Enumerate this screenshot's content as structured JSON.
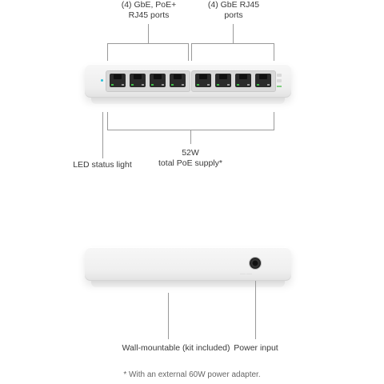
{
  "labels": {
    "poe_ports": [
      "(4) GbE, PoE+",
      "RJ45 ports"
    ],
    "gbe_ports": [
      "(4) GbE RJ45",
      "ports"
    ],
    "led_status": "LED status light",
    "poe_supply": [
      "52W",
      "total PoE supply*"
    ],
    "wall_mount": "Wall-mountable (kit included)",
    "power_input": "Power input",
    "footnote": "* With an external 60W power adapter."
  },
  "device": {
    "front_port_groups": [
      4,
      4
    ],
    "status_led_color": "#27c0d8",
    "port_led_color": "#3fbf48"
  },
  "colors": {
    "callout_line": "#9a9a9a",
    "text": "#3a3a3a",
    "background": "#ffffff"
  }
}
